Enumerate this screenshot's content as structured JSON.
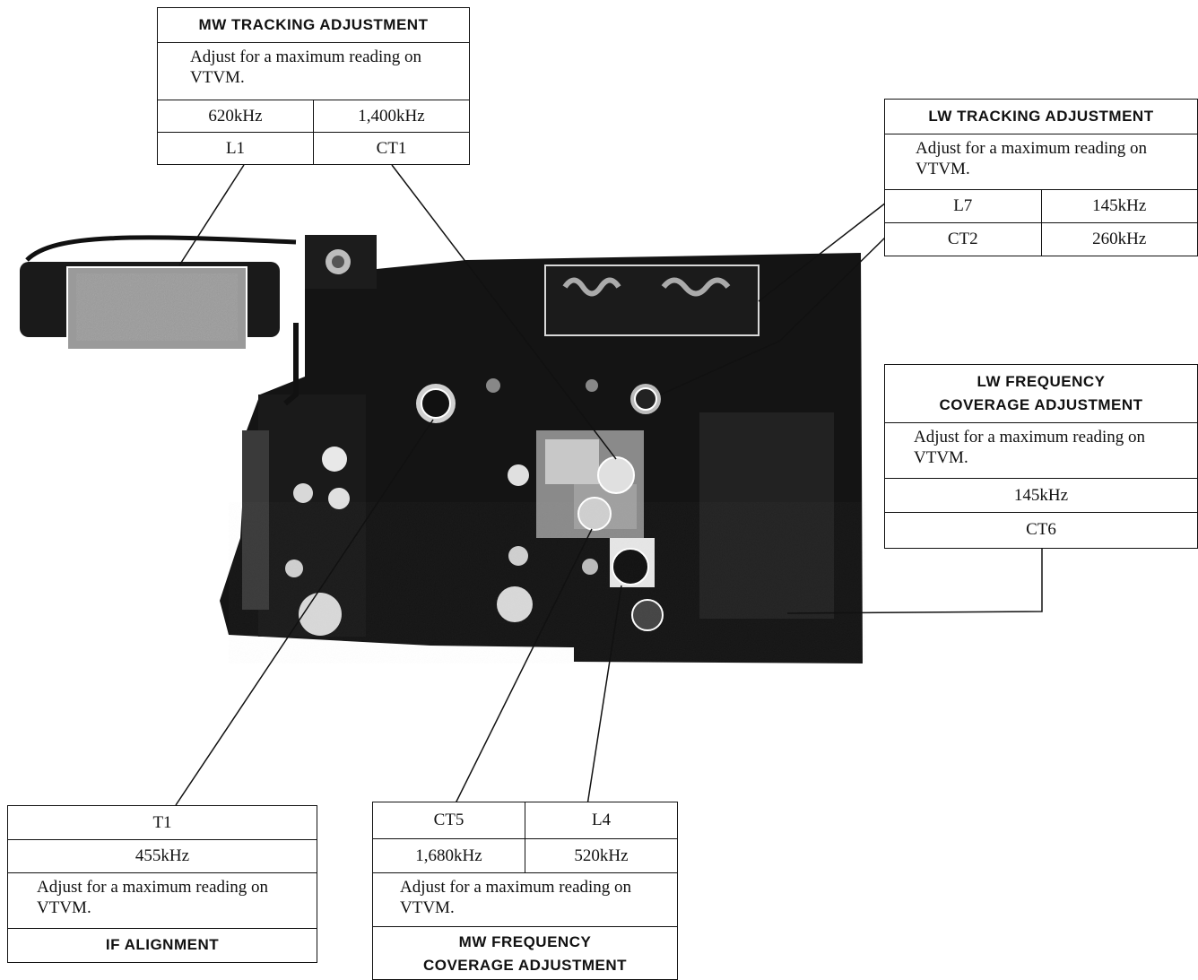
{
  "mw_tracking": {
    "title": "MW TRACKING ADJUSTMENT",
    "note": "Adjust for a maximum reading on VTVM.",
    "freq_left": "620kHz",
    "freq_right": "1,400kHz",
    "part_left": "L1",
    "part_right": "CT1"
  },
  "lw_tracking": {
    "title": "LW TRACKING ADJUSTMENT",
    "note": "Adjust for a maximum reading on VTVM.",
    "r1_part": "L7",
    "r1_freq": "145kHz",
    "r2_part": "CT2",
    "r2_freq": "260kHz"
  },
  "lw_coverage": {
    "title_line1": "LW FREQUENCY",
    "title_line2": "COVERAGE ADJUSTMENT",
    "note": "Adjust for a maximum reading on VTVM.",
    "freq": "145kHz",
    "part": "CT6"
  },
  "if_alignment": {
    "part": "T1",
    "freq": "455kHz",
    "note": "Adjust for a maximum reading on VTVM.",
    "title": "IF ALIGNMENT"
  },
  "mw_coverage": {
    "part_left": "CT5",
    "part_right": "L4",
    "freq_left": "1,680kHz",
    "freq_right": "520kHz",
    "note": "Adjust for a maximum reading on VTVM.",
    "title_line1": "MW FREQUENCY",
    "title_line2": "COVERAGE ADJUSTMENT"
  },
  "colors": {
    "ink": "#111111",
    "board": "#141414",
    "paper": "#ffffff"
  }
}
